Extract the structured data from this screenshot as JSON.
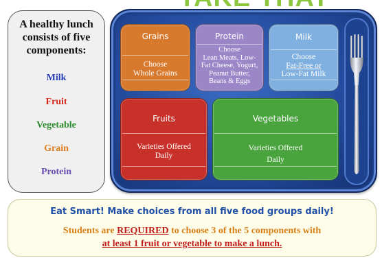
{
  "banner": {
    "title": "TAKE THAT"
  },
  "left_panel": {
    "heading_lines": [
      "A healthy lunch",
      "consists of five",
      "components:"
    ],
    "components": [
      {
        "label": "Milk",
        "color": "#2a3fb8"
      },
      {
        "label": "Fruit",
        "color": "#d62a1e"
      },
      {
        "label": "Vegetable",
        "color": "#2e8a2e"
      },
      {
        "label": "Grain",
        "color": "#e07b1c"
      },
      {
        "label": "Protein",
        "color": "#6a4fb0"
      }
    ]
  },
  "tray": {
    "grains": {
      "title": "Grains",
      "lines": [
        "Choose",
        "Whole Grains"
      ],
      "color": "#d87a2e"
    },
    "protein": {
      "title": "Protein",
      "lines": [
        "Choose",
        "Lean Meats, Low-",
        "Fat Cheese, Yogurt,",
        "Peanut Butter,",
        "Beans & Eggs"
      ],
      "color": "#9b87c8"
    },
    "milk": {
      "title": "Milk",
      "lines": [
        "Choose",
        "Fat-Free or",
        "Low-Fat Milk"
      ],
      "color": "#7fb0e0"
    },
    "fruits": {
      "title": "Fruits",
      "lines": [
        "Varieties Offered",
        "Daily"
      ],
      "color": "#c8302a"
    },
    "vegetables": {
      "title": "Vegetables",
      "lines": [
        "Varieties Offered",
        "Daily"
      ],
      "color": "#4aa43e"
    }
  },
  "bottom": {
    "headline": "Eat Smart! Make choices from all five food groups daily!",
    "line1_pre": "Students are ",
    "line1_req": "REQUIRED",
    "line1_post": " to choose 3 of the 5 components with",
    "line2": "at least 1 fruit or  vegetable to make a lunch",
    "line2_end": "."
  }
}
